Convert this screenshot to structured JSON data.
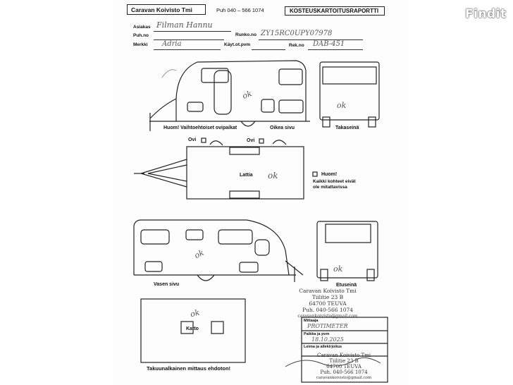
{
  "logo": "Findit",
  "header": {
    "company_title": "Caravan Koivisto Tmi",
    "phone": "Puh 040 – 566 1074",
    "report_title": "KOSTEUSKARTOITUSRAPORTTI"
  },
  "fields": {
    "asiakas_label": "Asiakas",
    "asiakas_value": "Filman Hannu",
    "puhno_label": "Puh.no",
    "runkono_label": "Runko.no",
    "runkono_value": "ZY15RC0UPY07978",
    "merkki_label": "Merkki",
    "merkki_value": "Adria",
    "kaytot_label": "Käyt.ot.pvm",
    "rekno_label": "Rek.no",
    "rekno_value": "DAB-451"
  },
  "diagram": {
    "note_top": "Huom! Vaihtoehtoiset ovipaikat",
    "oikea_sivu": "Oikea sivu",
    "takaseina": "Takaseinä",
    "ovi": "Ovi",
    "lattia": "Lattia",
    "huom_title": "Huom!",
    "huom_text1": "Kaikki kohteet eivät",
    "huom_text2": "ole mitattavissa",
    "vasen_sivu": "Vasen sivu",
    "etuseina": "Etuseinä",
    "katto": "Katto",
    "bottom_note": "Takuunalkainen mittaus ehdoton!",
    "ok_marks": [
      "ok",
      "ok",
      "ok",
      "ok",
      "ok",
      "ok"
    ]
  },
  "stamp": {
    "line1": "Caravan Koivisto Tmi",
    "line2": "Tiilitie 23 B",
    "line3": "64700 TEUVA",
    "line4": "Puh. 040-566 1074",
    "line5": "caravankoivisto@gmail.com"
  },
  "signbox": {
    "mittaaja_label": "Mittaaja",
    "mittaaja_value": "PROTIMETER",
    "paikka_label": "Paikka ja pvm",
    "paikka_value": "18.10.2025",
    "leima_label": "Leima ja allekirjoitus",
    "stamp_line1": "Caravan Koivisto Tmi",
    "stamp_line2": "Tiilitie 23 B",
    "stamp_line3": "64700 TEUVA",
    "stamp_line4": "Puh. 040-566 1074",
    "stamp_line5": "caravankoivisto@gmail.com"
  }
}
